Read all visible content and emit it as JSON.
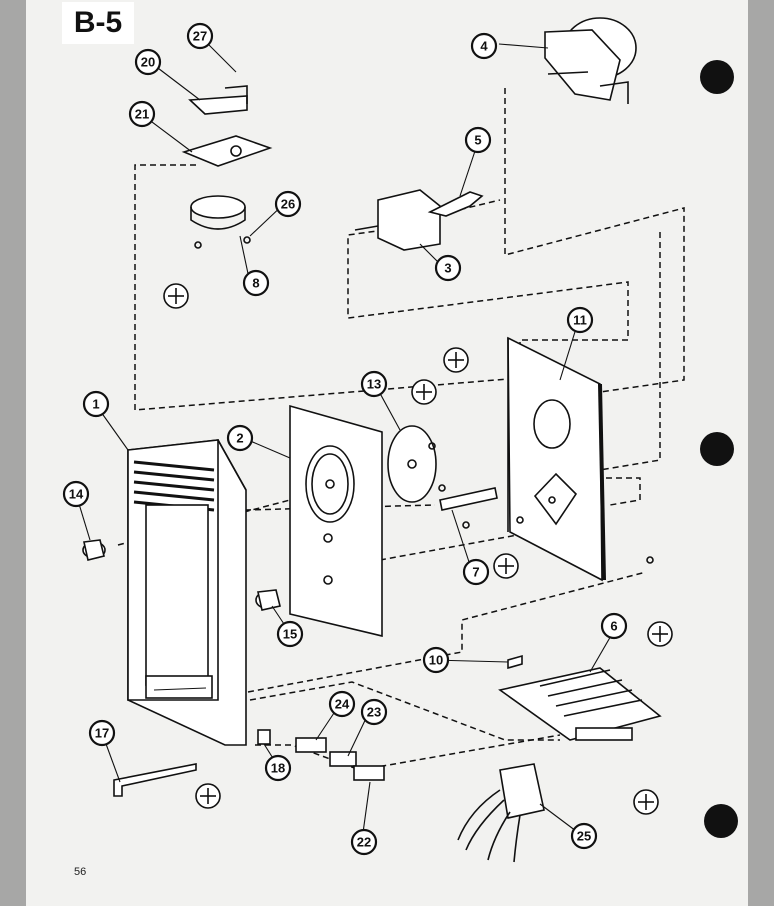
{
  "sheet_label": "B-5",
  "page_number": "56",
  "callouts": [
    "1",
    "2",
    "3",
    "4",
    "5",
    "6",
    "7",
    "8",
    "10",
    "11",
    "13",
    "14",
    "15",
    "17",
    "18",
    "20",
    "21",
    "22",
    "23",
    "24",
    "25",
    "26",
    "27"
  ]
}
